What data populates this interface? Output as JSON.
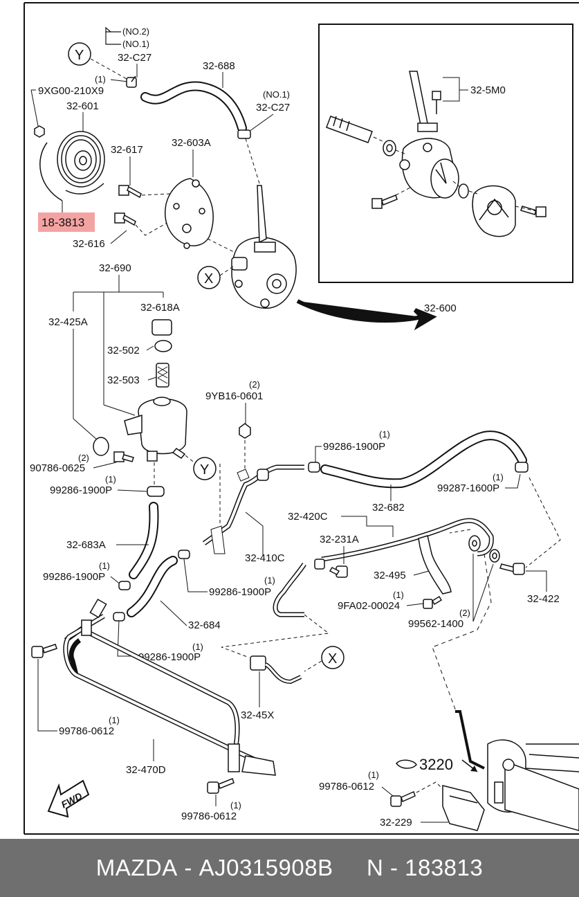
{
  "labels": {
    "no2": "(NO.2)",
    "no1": "(NO.1)",
    "y_marker": "Y",
    "c27_top": "32-C27",
    "qty1_a": "(1)",
    "bolt_9xg": "9XG00-210X9",
    "pulley": "32-601",
    "hose_688": "32-688",
    "no1_b": "(NO.1)",
    "c27_b": "32-C27",
    "bolt_617": "32-617",
    "bracket_603a": "32-603A",
    "highlight": "18-3813",
    "bolt_616": "32-616",
    "x_marker": "X",
    "reservoir_690": "32-690",
    "bracket_425a": "32-425A",
    "cap_618a": "32-618A",
    "ring_502": "32-502",
    "filter_503": "32-503",
    "qty2_a": "(2)",
    "nut_9yb": "9YB16-0601",
    "qty2_b": "(2)",
    "bolt_90786": "90786-0625",
    "qty1_b": "(1)",
    "clamp_99286_a": "99286-1900P",
    "qty1_c": "(1)",
    "clamp_99286_b": "99286-1900P",
    "qty1_d": "(1)",
    "clamp_99287": "99287-1600P",
    "hose_682": "32-682",
    "pipe_420c": "32-420C",
    "bolt_231a": "32-231A",
    "hose_683a": "32-683A",
    "pipe_410c": "32-410C",
    "bracket_495": "32-495",
    "qty1_e": "(1)",
    "clamp_99286_c": "99286-1900P",
    "qty1_f": "(1)",
    "clamp_99286_d": "99286-1900P",
    "bolt_422": "32-422",
    "qty1_g": "(1)",
    "nut_9fa02": "9FA02-00024",
    "qty2_c": "(2)",
    "washer_99562": "99562-1400",
    "hose_684": "32-684",
    "qty1_h": "(1)",
    "clamp_99286_e": "99286-1900P",
    "x_marker_b": "X",
    "pipe_45x": "32-45X",
    "qty1_i": "(1)",
    "bolt_99786_a": "99786-0612",
    "pipe_470d": "32-470D",
    "fwd": "FWD",
    "qty1_j": "(1)",
    "bolt_99786_b": "99786-0612",
    "ref_3220": "3220",
    "qty1_k": "(1)",
    "bolt_99786_c": "99786-0612",
    "bracket_229": "32-229",
    "bolt_5m0": "32-5M0",
    "pump_600": "32-600"
  },
  "footer": {
    "brand": "MAZDA",
    "sep1": " - ",
    "part_number": "AJ0315908B",
    "gap": "     ",
    "code_prefix": "N",
    "sep2": " - ",
    "code": "183813"
  },
  "colors": {
    "highlight": "#f4a3a3",
    "footer_bg": "#6f6f6f",
    "line": "#111111"
  }
}
